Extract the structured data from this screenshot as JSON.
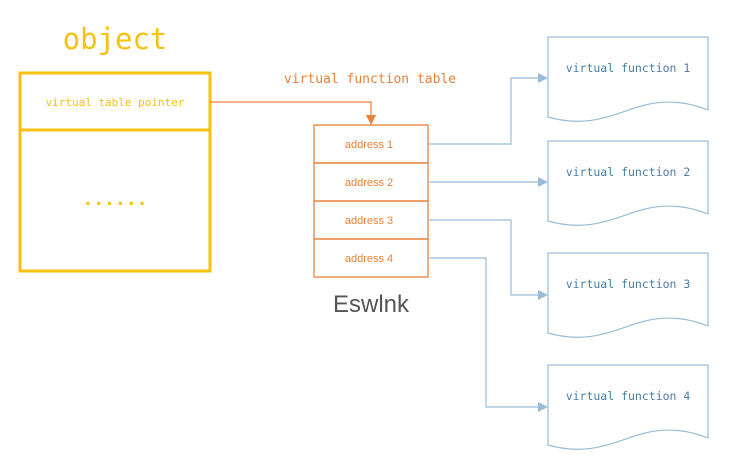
{
  "object": {
    "title": "object",
    "pointer_label": "virtual table pointer",
    "ellipsis": "......"
  },
  "vtable": {
    "title": "virtual function table",
    "entries": [
      "address 1",
      "address 2",
      "address 3",
      "address 4"
    ]
  },
  "functions": [
    "virtual function 1",
    "virtual function 2",
    "virtual function 3",
    "virtual function 4"
  ],
  "watermark": "Eswlnk",
  "colors": {
    "object": "#f5c211",
    "vtable": "#e8813a",
    "function": "#9bbcd8",
    "function_text": "#4a7ea6"
  }
}
